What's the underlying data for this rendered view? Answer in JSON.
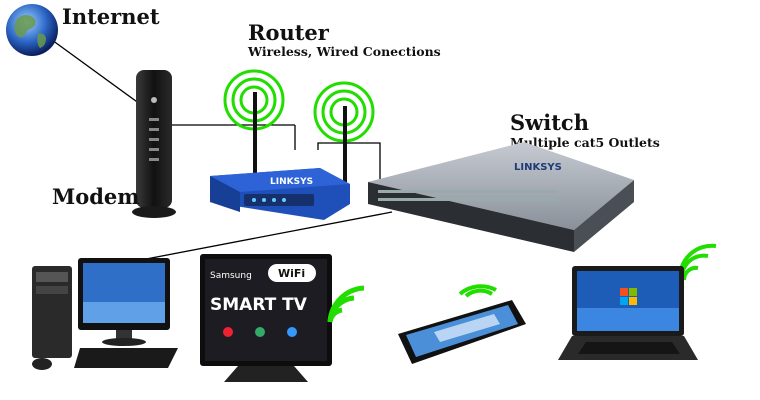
{
  "labels": {
    "internet": "Internet",
    "router": "Router",
    "router_sub": "Wireless, Wired Conections",
    "switch": "Switch",
    "switch_sub": "Multiple cat5 Outlets",
    "modem": "Modem"
  },
  "devices": {
    "tv_brand": "Samsung",
    "tv_title": "SMART TV",
    "wifi_badge": "WiFi",
    "router_brand": "LINKSYS",
    "switch_brand": "LINKSYS"
  },
  "colors": {
    "wifi_signal": "#22dd00",
    "router_body": "#1f4fb8",
    "switch_body": "#9aa0a8",
    "device_dark": "#1c1c1c"
  },
  "icons": [
    "globe-icon",
    "modem-icon",
    "router-icon",
    "switch-icon",
    "desktop-pc-icon",
    "smart-tv-icon",
    "tablet-icon",
    "laptop-icon",
    "wifi-signal-icon"
  ]
}
